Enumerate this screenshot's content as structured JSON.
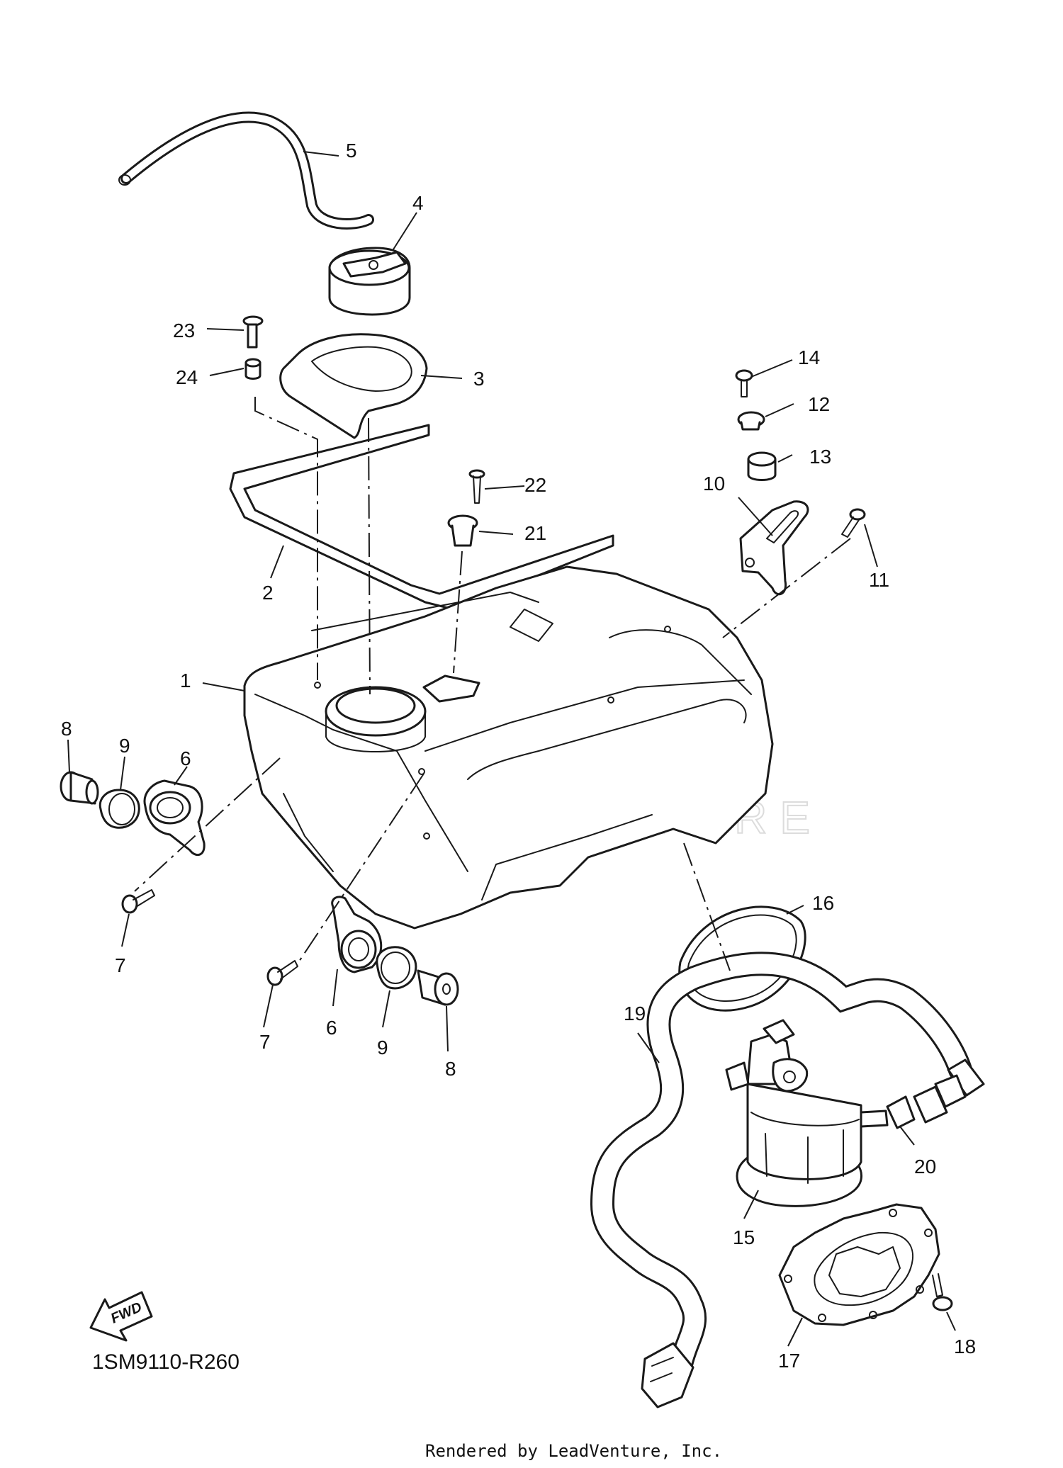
{
  "diagram": {
    "code": "1SM9110-R260",
    "fwd_label": "FWD",
    "credit": "Rendered by LeadVenture, Inc.",
    "watermark": "LEADVENTURE",
    "callouts": [
      "1",
      "2",
      "3",
      "4",
      "5",
      "6",
      "6",
      "7",
      "7",
      "8",
      "8",
      "9",
      "9",
      "10",
      "11",
      "12",
      "13",
      "14",
      "15",
      "16",
      "17",
      "18",
      "19",
      "20",
      "21",
      "22",
      "23",
      "24"
    ]
  },
  "colors": {
    "ink": "#1a1a1a",
    "watermark": "#dcdcdc",
    "background": "#ffffff"
  }
}
